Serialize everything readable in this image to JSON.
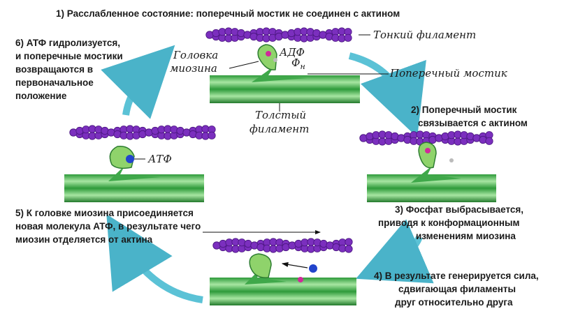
{
  "steps": {
    "step1": "1) Расслабленное состояние: поперечный мостик не соединен с актином",
    "step2": [
      "2) Поперечный мостик",
      "связывается с актином"
    ],
    "step3": [
      "3) Фосфат выбрасывается,",
      "приводя к конформационным",
      "изменениям миозина"
    ],
    "step4": [
      "4) В результате генерируется сила,",
      "сдвигающая филаменты",
      "друг относительно друга"
    ],
    "step5": [
      "5) К головке миозина присоединяется",
      "новая молекула АТФ, в результате чего",
      "миозин отделяется от актина"
    ],
    "step6": [
      "6) АТФ гидролизуется,",
      "и поперечные мостики",
      "возвращаются в",
      "первоначальное",
      "положение"
    ]
  },
  "labels": {
    "thin_filament": "Тонкий филамент",
    "myosin_head": [
      "Головка",
      "миозина"
    ],
    "adp": "АДФ",
    "pi": "Ф",
    "pi_sub": "н",
    "cross_bridge": "Поперечный мостик",
    "thick_filament": [
      "Толстый",
      "филамент"
    ],
    "atp": "АТФ"
  },
  "colors": {
    "actin": "#7b2fbe",
    "actin_dark": "#4a1580",
    "thick": "#3fa84a",
    "thick_light": "#8fd88f",
    "myosin_head": "#8fd36b",
    "arrow": "#5bc2d6",
    "atp_ball": "#2244cc",
    "adp_ball": "#d02a9a",
    "phosphate": "#bbbbbb"
  }
}
